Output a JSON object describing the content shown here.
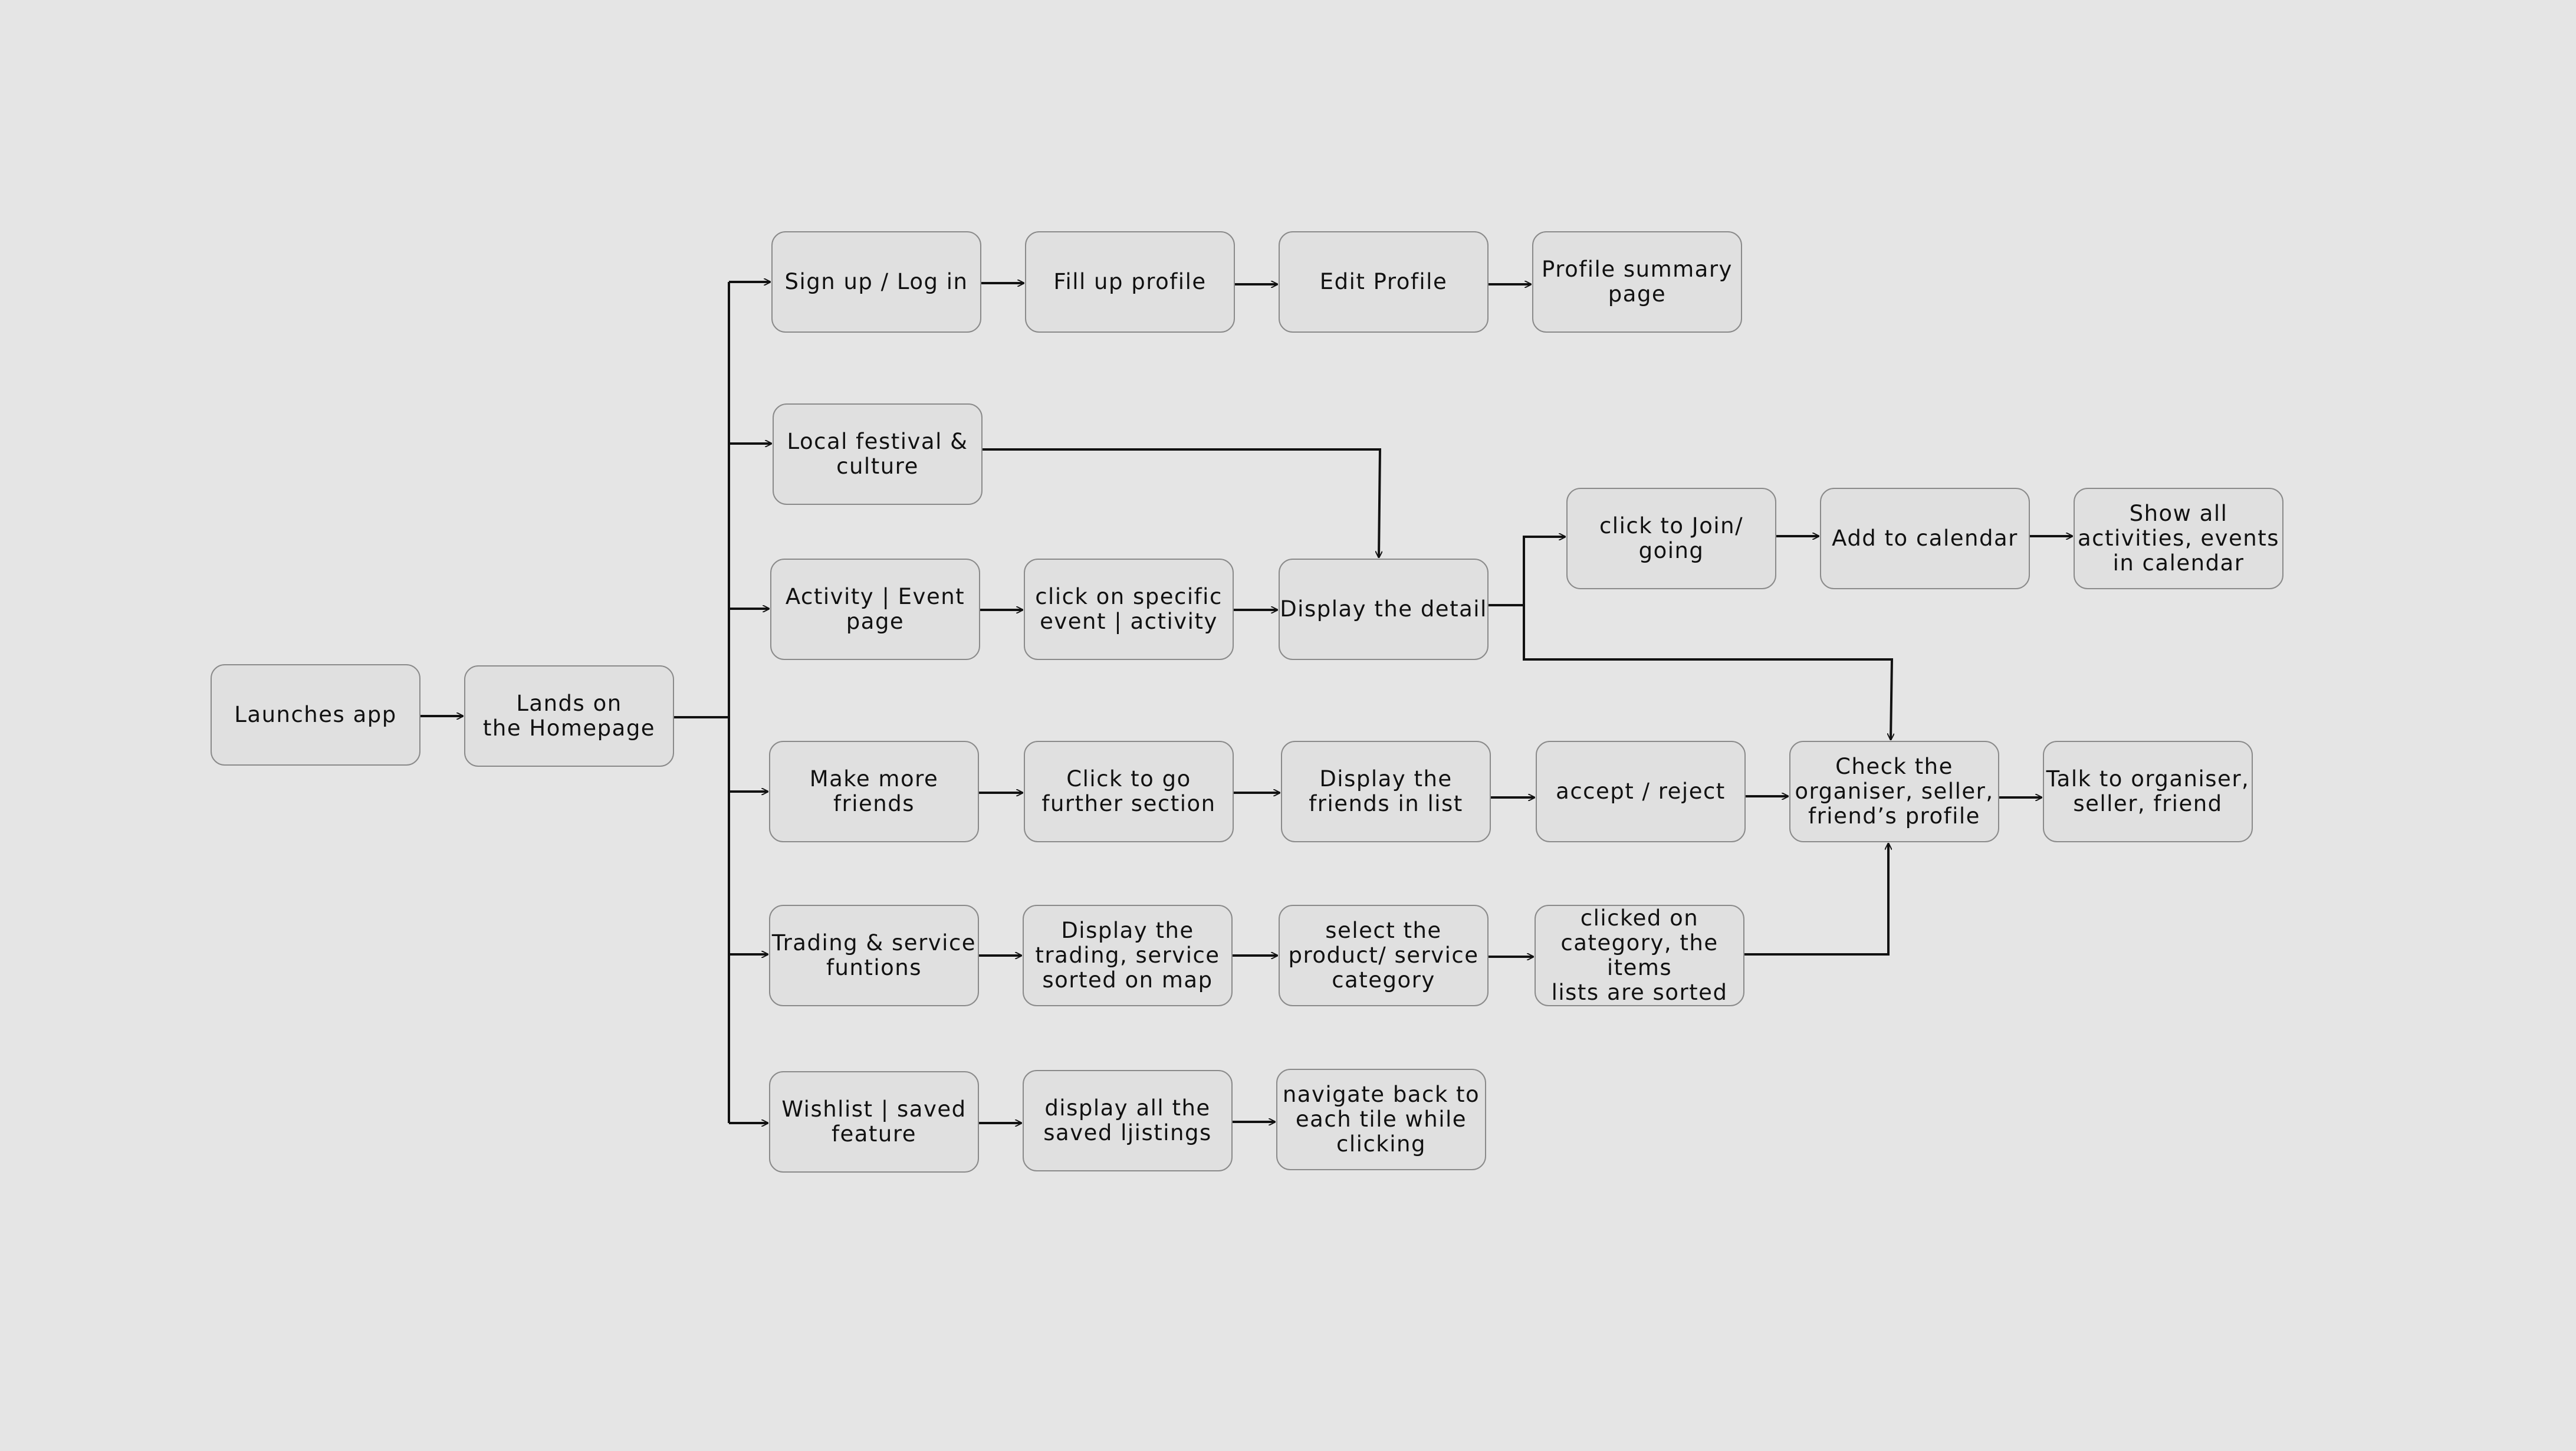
{
  "nodes": {
    "launch": "Launches app",
    "home": "Lands on\nthe Homepage",
    "signup": "Sign up / Log in",
    "fill_profile": "Fill up profile",
    "edit_profile": "Edit Profile",
    "profile_summary": "Profile summary\npage",
    "local_festival": "Local festival &\nculture",
    "activity_page": "Activity | Event\npage",
    "click_event": "click on specific\nevent | activity",
    "display_detail": "Display the detail",
    "join": "click to Join/\ngoing",
    "add_calendar": "Add to calendar",
    "show_all": "Show all\nactivities, events\nin calendar",
    "make_friends": "Make more friends",
    "click_further": "Click to go\nfurther section",
    "friends_list": "Display the\nfriends in list",
    "accept_reject": "accept / reject",
    "check_profile": "Check the\norganiser, seller,\nfriend’s profile",
    "talk": "Talk to organiser,\nseller, friend",
    "trading": "Trading & service\nfuntions",
    "display_trading": "Display the\ntrading, service\nsorted on map",
    "select_category": "select the\nproduct/ service\ncategory",
    "clicked_category": "clicked on\ncategory, the items\nlists are sorted",
    "wishlist": "Wishlist | saved\nfeature",
    "saved_listings": "display all the\nsaved ljistings",
    "navigate_back": "navigate back to\neach tile while\nclicking"
  }
}
